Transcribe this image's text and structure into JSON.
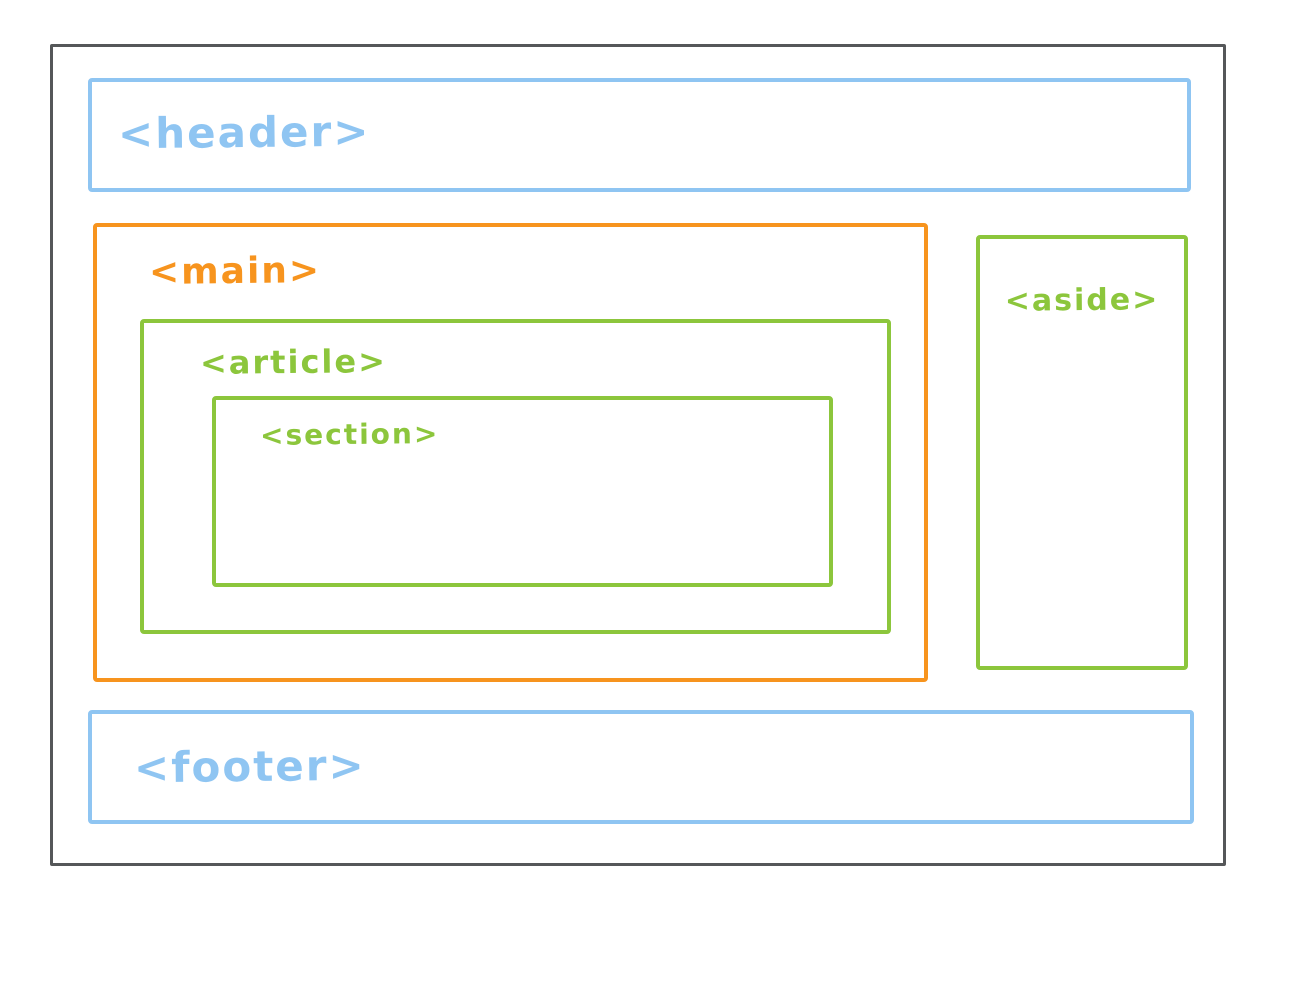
{
  "diagram": {
    "type": "html-semantic-layout",
    "boxes": {
      "header": {
        "label": "<header>",
        "color": "#8fc5f2"
      },
      "main": {
        "label": "<main>",
        "color": "#f7941e"
      },
      "article": {
        "label": "<article>",
        "color": "#8cc63c"
      },
      "section": {
        "label": "<section>",
        "color": "#8cc63c"
      },
      "aside": {
        "label": "<aside>",
        "color": "#8cc63c"
      },
      "footer": {
        "label": "<footer>",
        "color": "#8fc5f2"
      }
    },
    "colors": {
      "blue": "#8fc5f2",
      "orange": "#f7941e",
      "green": "#8cc63c",
      "outline_gray": "#555759",
      "background": "#ffffff"
    }
  }
}
